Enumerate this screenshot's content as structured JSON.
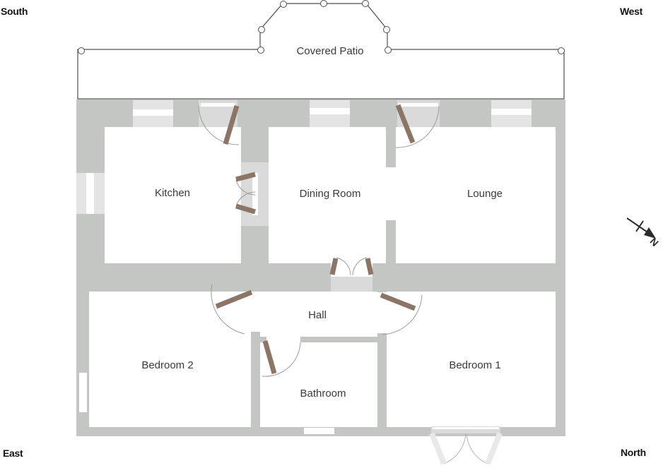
{
  "labels": {
    "covered_patio": "Covered Patio",
    "kitchen": "Kitchen",
    "dining_room": "Dining Room",
    "lounge": "Lounge",
    "hall": "Hall",
    "bedroom_2": "Bedroom 2",
    "bedroom_1": "Bedroom 1",
    "bathroom": "Bathroom"
  },
  "orientation": {
    "top_left": "South",
    "top_right": "West",
    "bottom_left": "East",
    "bottom_right": "North",
    "compass": "N"
  },
  "colors": {
    "wall": "#c4c6c4",
    "wall_opening": "#dadada",
    "window_glass": "#e4e4e4",
    "floor": "#ffffff",
    "outline": "#4f4f4f",
    "door_panel": "#8b7567",
    "swing_arc": "#9a9a9a",
    "exterior_door_panel": "#e9e9e9",
    "exterior_arc": "#b4b4b4",
    "room_text": "#3a3a3a",
    "corner_text": "#141414",
    "compass": "#2b2b2b"
  }
}
